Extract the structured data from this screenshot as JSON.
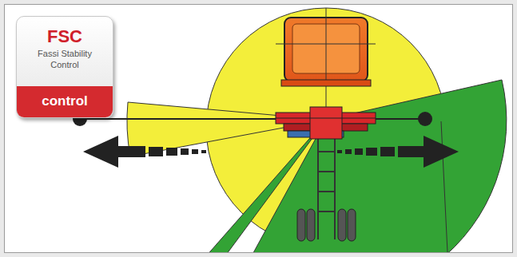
{
  "diagram": {
    "nodes": [
      {
        "text": [
          "FSC",
          "Fassi Stability Control",
          "control"
        ]
      }
    ]
  }
}
